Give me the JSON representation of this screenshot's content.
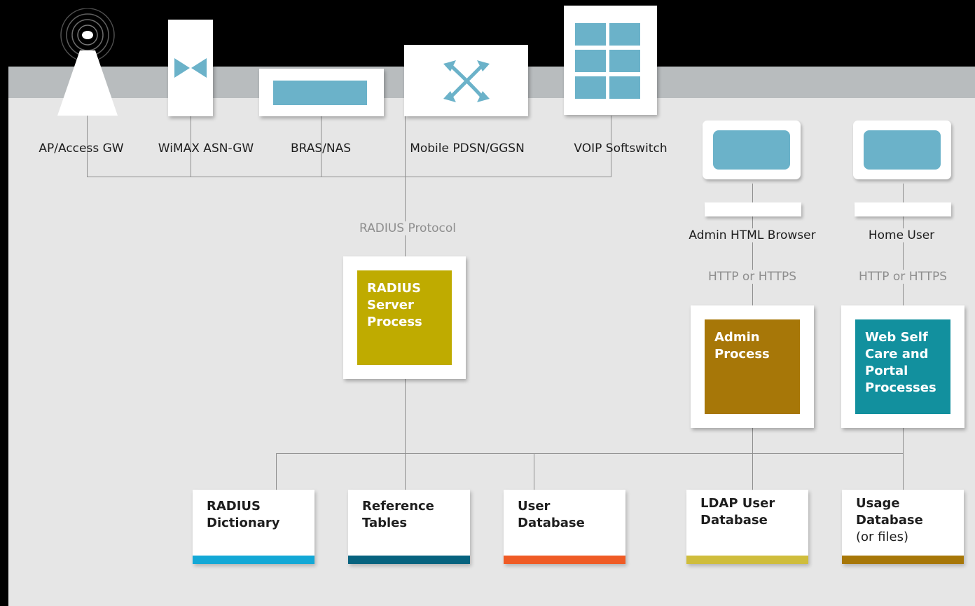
{
  "devices": [
    {
      "label": "AP/Access GW",
      "icon": "access-point-icon"
    },
    {
      "label": "WiMAX ASN-GW",
      "icon": "wimax-gateway-icon"
    },
    {
      "label": "BRAS/NAS",
      "icon": "bras-icon"
    },
    {
      "label": "Mobile PDSN/GGSN",
      "icon": "router-icon"
    },
    {
      "label": "VOIP Softswitch",
      "icon": "softswitch-icon"
    }
  ],
  "protocols": {
    "radius": "RADIUS Protocol",
    "http_admin": "HTTP or HTTPS",
    "http_home": "HTTP or HTTPS"
  },
  "clients": {
    "admin": "Admin HTML Browser",
    "home": "Home User"
  },
  "processes": {
    "radius": {
      "line1": "RADIUS",
      "line2": "Server",
      "line3": "Process",
      "color": "#bfab00"
    },
    "admin": {
      "line1": "Admin",
      "line2": "Process",
      "color": "#a77708"
    },
    "web": {
      "line1": "Web Self",
      "line2": "Care and",
      "line3": "Portal",
      "line4": "Processes",
      "color": "#12909e"
    }
  },
  "databases": [
    {
      "line1": "RADIUS",
      "line2": "Dictionary",
      "sub": "",
      "color": "#13a8d6"
    },
    {
      "line1": "Reference",
      "line2": "Tables",
      "sub": "",
      "color": "#07637f"
    },
    {
      "line1": "User",
      "line2": "Database",
      "sub": "",
      "color": "#ef5b25"
    },
    {
      "line1": "LDAP User",
      "line2": "Database",
      "sub": "",
      "color": "#cfbd3c"
    },
    {
      "line1": "Usage",
      "line2": "Database",
      "sub": "(or files)",
      "color": "#a77708"
    }
  ],
  "colors": {
    "background": "#000000",
    "panel": "#e6e6e6",
    "band": "#b8bcbe",
    "accent_blue": "#6bb2c9",
    "connector": "#8f8f8f"
  }
}
